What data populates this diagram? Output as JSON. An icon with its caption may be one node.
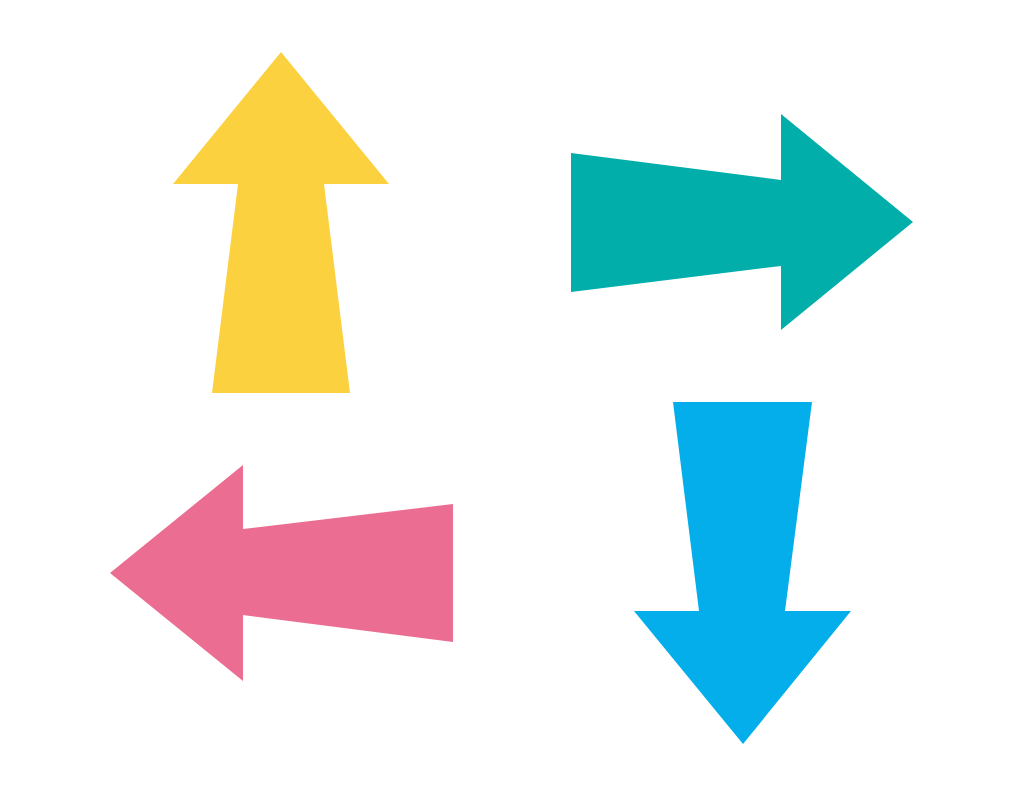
{
  "diagram": {
    "nodes": [
      {
        "text": [],
        "shape": "arrow"
      },
      {
        "text": [],
        "shape": "arrow"
      },
      {
        "text": [],
        "shape": "arrow"
      },
      {
        "text": [],
        "shape": "arrow"
      }
    ]
  }
}
